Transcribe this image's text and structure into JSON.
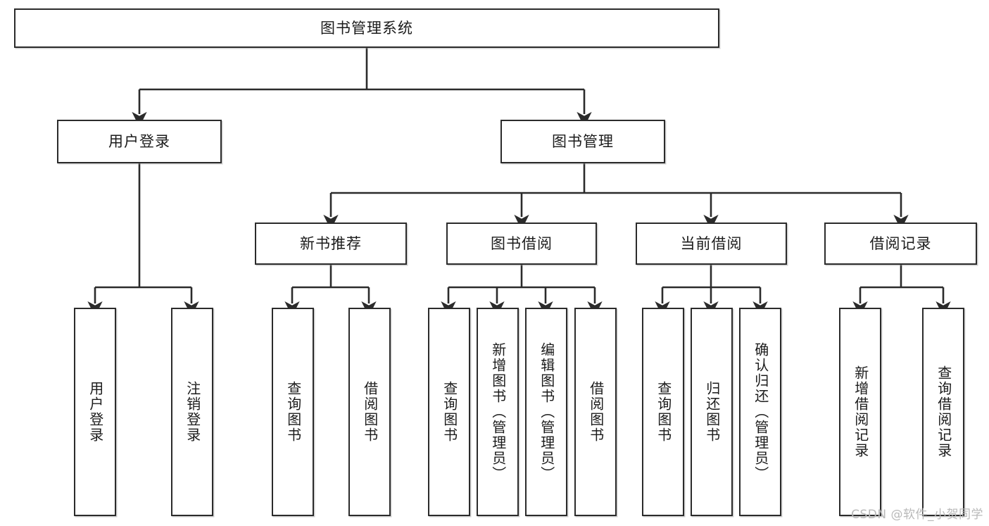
{
  "diagram": {
    "title": "图书管理系统",
    "type": "tree",
    "root": {
      "label": "图书管理系统"
    },
    "level2": [
      {
        "label": "用户登录"
      },
      {
        "label": "图书管理"
      }
    ],
    "level3": [
      {
        "label": "新书推荐"
      },
      {
        "label": "图书借阅"
      },
      {
        "label": "当前借阅"
      },
      {
        "label": "借阅记录"
      }
    ],
    "leaves": {
      "user_login": [
        {
          "label": "用户登录"
        },
        {
          "label": "注销登录"
        }
      ],
      "new_book_recommend": [
        {
          "label": "查询图书"
        },
        {
          "label": "借阅图书"
        }
      ],
      "book_borrow": [
        {
          "label": "查询图书"
        },
        {
          "label": "新增图书（管理员）"
        },
        {
          "label": "编辑图书（管理员）"
        },
        {
          "label": "借阅图书"
        }
      ],
      "current_borrow": [
        {
          "label": "查询图书"
        },
        {
          "label": "归还图书"
        },
        {
          "label": "确认归还（管理员）"
        }
      ],
      "borrow_record": [
        {
          "label": "新增借阅记录"
        },
        {
          "label": "查询借阅记录"
        }
      ]
    }
  },
  "watermark": {
    "text": "CSDN @软件_小贺同学"
  },
  "colors": {
    "background": "#ffffff",
    "box_border": "#2b2b2b",
    "box_fill": "#ffffff",
    "text": "#1b1b1b",
    "edge": "#2b2b2b",
    "watermark": "#b9b9b9"
  }
}
